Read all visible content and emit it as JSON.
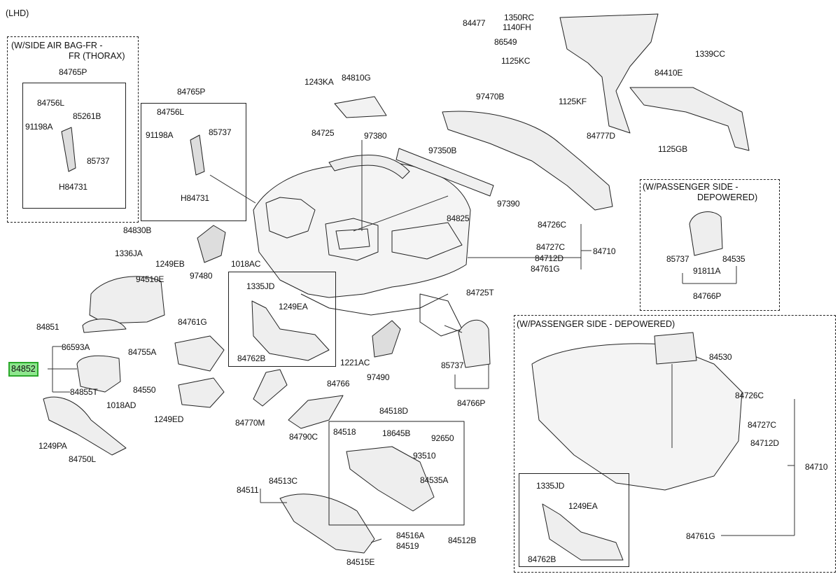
{
  "diagram": {
    "header": "(LHD)",
    "highlighted_part": "84852",
    "inset_left": {
      "title_line1": "(W/SIDE AIR BAG-FR -",
      "title_line2": "FR (THORAX)"
    },
    "inset_right_top": {
      "title_line1": "(W/PASSENGER SIDE -",
      "title_line2": "DEPOWERED)"
    },
    "inset_right_bottom": {
      "title": "(W/PASSENGER SIDE - DEPOWERED)"
    },
    "labels": [
      "84765P",
      "84756L",
      "91198A",
      "85261B",
      "85737",
      "H84731",
      "84765P",
      "84756L",
      "91198A",
      "85737",
      "H84731",
      "84830B",
      "1336JA",
      "1249EB",
      "94510E",
      "84851",
      "86593A",
      "84852",
      "84855T",
      "84755A",
      "84550",
      "1249ED",
      "1018AD",
      "1249PA",
      "84750L",
      "1243KA",
      "84810G",
      "84725",
      "97380",
      "97470B",
      "97350B",
      "84825",
      "97390",
      "84726C",
      "84727C",
      "84710",
      "84712D",
      "84761G",
      "84725T",
      "1018AC",
      "97480",
      "1335JD",
      "1249EA",
      "84761G",
      "84762B",
      "1221AC",
      "97490",
      "84766",
      "84770M",
      "84790C",
      "85737",
      "84766P",
      "84518D",
      "84518",
      "18645B",
      "92650",
      "93510",
      "84535A",
      "84511",
      "84513C",
      "84516A",
      "84519",
      "84512B",
      "84515E",
      "84477",
      "1350RC",
      "1140FH",
      "86549",
      "1125KC",
      "1339CC",
      "84410E",
      "1125KF",
      "84777D",
      "1125GB",
      "85737",
      "84535",
      "91811A",
      "84766P",
      "84530",
      "84726C",
      "84727C",
      "84712D",
      "84710",
      "1335JD",
      "1249EA",
      "84761G",
      "84762B"
    ]
  }
}
